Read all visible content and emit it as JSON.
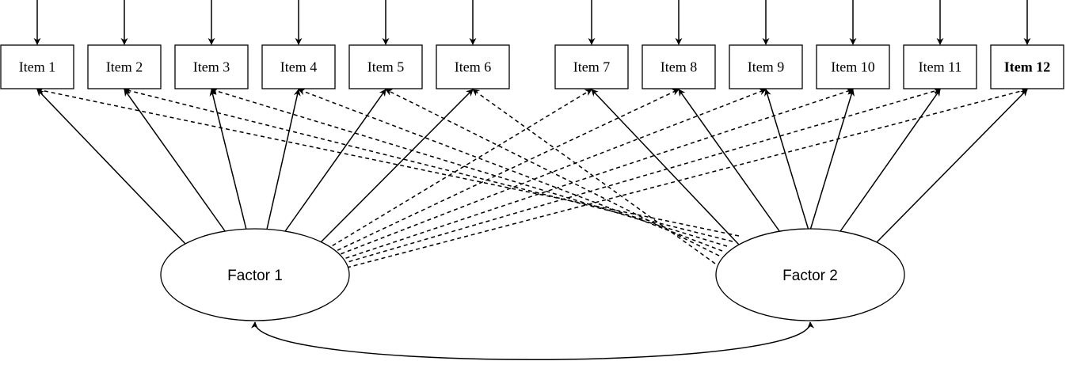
{
  "items": [
    {
      "id": "item-1",
      "label": "Item 1"
    },
    {
      "id": "item-2",
      "label": "Item 2"
    },
    {
      "id": "item-3",
      "label": "Item 3"
    },
    {
      "id": "item-4",
      "label": "Item 4"
    },
    {
      "id": "item-5",
      "label": "Item 5"
    },
    {
      "id": "item-6",
      "label": "Item 6"
    },
    {
      "id": "item-7",
      "label": "Item 7"
    },
    {
      "id": "item-8",
      "label": "Item 8"
    },
    {
      "id": "item-9",
      "label": "Item 9"
    },
    {
      "id": "item-10",
      "label": "Item 10"
    },
    {
      "id": "item-11",
      "label": "Item 11"
    },
    {
      "id": "item-12",
      "label": "Item 12"
    }
  ],
  "factors": [
    {
      "id": "factor-1",
      "label": "Factor 1",
      "primary_items": [
        1,
        2,
        3,
        4,
        5,
        6
      ],
      "cross_items": [
        7,
        8,
        9,
        10,
        11,
        12
      ]
    },
    {
      "id": "factor-2",
      "label": "Factor 2",
      "primary_items": [
        7,
        8,
        9,
        10,
        11,
        12
      ],
      "cross_items": [
        1,
        2,
        3,
        4,
        5,
        6
      ]
    }
  ],
  "factor_covariance": {
    "from": "factor-1",
    "to": "factor-2",
    "bidirectional": true
  },
  "line_styles": {
    "primary_loading": "solid",
    "cross_loading": "dashed"
  },
  "colors": {
    "stroke": "#000000",
    "background": "#ffffff"
  }
}
